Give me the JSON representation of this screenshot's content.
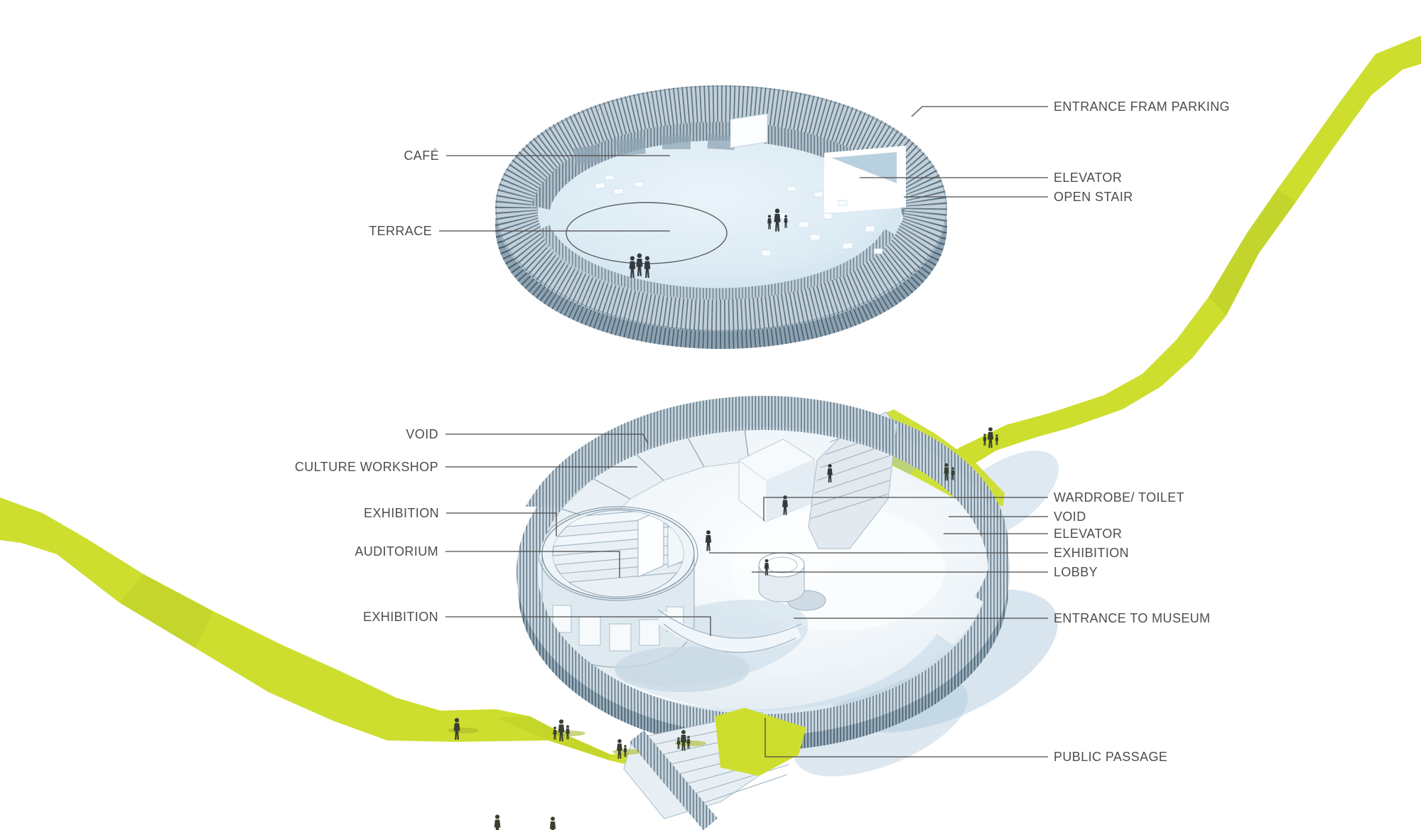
{
  "diagram": {
    "type": "architectural-exploded-axonometric",
    "subject": "circular museum pavilion, two levels",
    "colors": {
      "background": "#ffffff",
      "label_text": "#4d4d4d",
      "leader_line": "#4a4a4a",
      "ribbon_green": "#cdde2f",
      "ribbon_green_shade": "#bccd29",
      "slat_base": "#c2d0da",
      "slat_line_dark": "#5e7482",
      "floor_blue": "#d7e7f1",
      "floor_white": "#f3f7fa",
      "shadow_blue": "#a9c5da",
      "figure_dark": "#333a3d"
    },
    "labels": {
      "upper": [
        {
          "text": "ENTRANCE FRAM PARKING"
        },
        {
          "text": "CAFÉ"
        },
        {
          "text": "ELEVATOR"
        },
        {
          "text": "OPEN STAIR"
        },
        {
          "text": "TERRACE"
        }
      ],
      "lower": [
        {
          "text": "VOID"
        },
        {
          "text": "CULTURE WORKSHOP"
        },
        {
          "text": "EXHIBITION"
        },
        {
          "text": "AUDITORIUM"
        },
        {
          "text": "EXHIBITION"
        },
        {
          "text": "WARDROBE/ TOILET"
        },
        {
          "text": "VOID"
        },
        {
          "text": "ELEVATOR"
        },
        {
          "text": "EXHIBITION"
        },
        {
          "text": "LOBBY"
        },
        {
          "text": "ENTRANCE TO MUSEUM"
        },
        {
          "text": "PUBLIC PASSAGE"
        }
      ]
    }
  }
}
